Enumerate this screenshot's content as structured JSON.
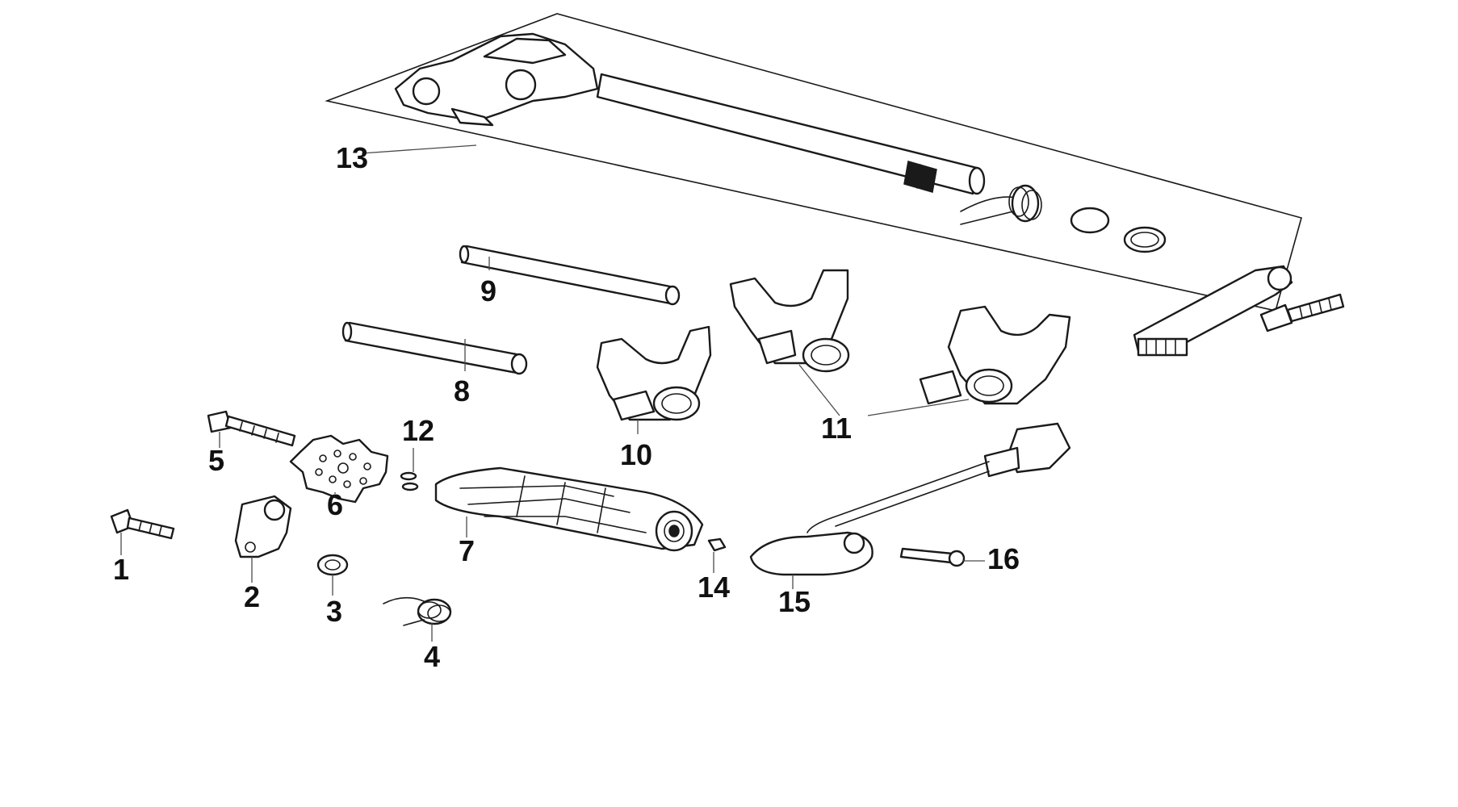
{
  "diagram": {
    "callouts": [
      {
        "id": "1",
        "text": "1"
      },
      {
        "id": "2",
        "text": "2"
      },
      {
        "id": "3",
        "text": "3"
      },
      {
        "id": "4",
        "text": "4"
      },
      {
        "id": "5",
        "text": "5"
      },
      {
        "id": "6",
        "text": "6"
      },
      {
        "id": "7",
        "text": "7"
      },
      {
        "id": "8",
        "text": "8"
      },
      {
        "id": "9",
        "text": "9"
      },
      {
        "id": "10",
        "text": "10"
      },
      {
        "id": "11",
        "text": "11"
      },
      {
        "id": "12",
        "text": "12"
      },
      {
        "id": "13",
        "text": "13"
      },
      {
        "id": "14",
        "text": "14"
      },
      {
        "id": "15",
        "text": "15"
      },
      {
        "id": "16",
        "text": "16"
      }
    ],
    "colors": {
      "ink": "#1a1a1a",
      "background": "#ffffff",
      "leader": "#4a4a4a"
    }
  }
}
